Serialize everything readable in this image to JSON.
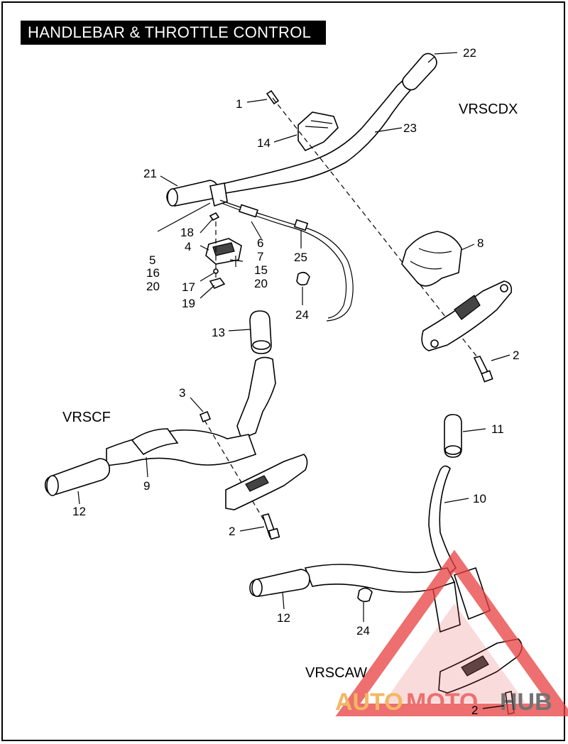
{
  "title": "HANDLEBAR & THROTTLE CONTROL",
  "models": {
    "vrscdx": "VRSCDX",
    "vrscf": "VRSCF",
    "vrscaw": "VRSCAW"
  },
  "callouts": {
    "c1": "1",
    "c2a": "2",
    "c2b": "2",
    "c2c": "2",
    "c3": "3",
    "c4": "4",
    "c5": "5",
    "c16": "16",
    "c20a": "20",
    "c6": "6",
    "c7": "7",
    "c15": "15",
    "c20b": "20",
    "c8": "8",
    "c9": "9",
    "c10": "10",
    "c11": "11",
    "c12a": "12",
    "c12b": "12",
    "c13": "13",
    "c14": "14",
    "c17": "17",
    "c18": "18",
    "c19": "19",
    "c21": "21",
    "c22": "22",
    "c23": "23",
    "c24a": "24",
    "c24b": "24",
    "c25": "25"
  },
  "watermark": {
    "part1": "AUTO",
    "part2": "MOTO",
    "part3": "HUB",
    "color_primary": "#e84040",
    "color_secondary": "#f0a030",
    "color_dark": "#444444"
  }
}
